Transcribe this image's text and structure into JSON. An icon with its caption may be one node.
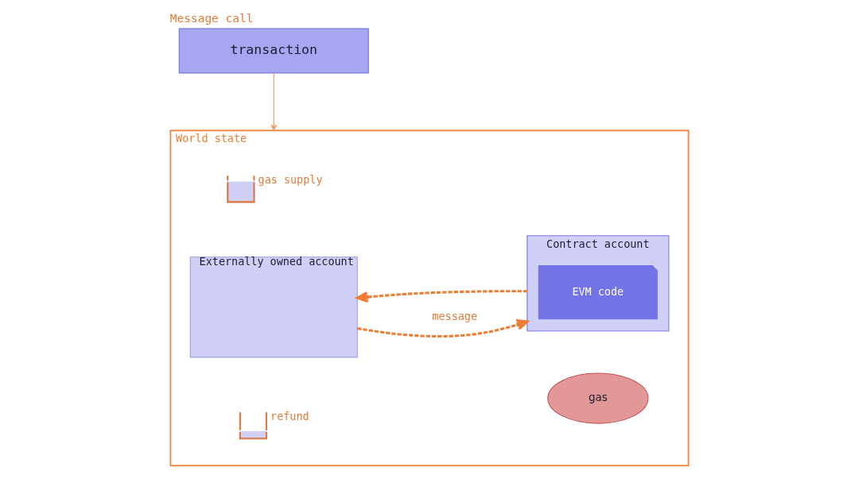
{
  "diagram": {
    "title": "Message call",
    "nodes": [
      {
        "text": [
          "transaction"
        ]
      },
      {
        "text": [
          "World state"
        ]
      },
      {
        "text": [
          "Externally owned account"
        ],
        "in": 1
      },
      {
        "text": [],
        "shape": "cup",
        "beside": [
          "gas supply"
        ],
        "in": 1
      },
      {
        "text": [],
        "shape": "cup",
        "beside": [
          "refund"
        ],
        "in": 1
      },
      {
        "text": [
          "Contract account"
        ],
        "in": 1
      },
      {
        "text": [
          "EVM code"
        ],
        "in": 5
      },
      {
        "text": [
          "gas"
        ],
        "in": 1
      }
    ],
    "edges": [
      {
        "from": 0,
        "to": 1,
        "arrow": "to",
        "color": "#e9a070"
      },
      {
        "from": 2,
        "to": 5,
        "arrow": "to",
        "label": "message",
        "style": "dashed"
      },
      {
        "from": 5,
        "to": 2,
        "arrow": "to",
        "style": "dashed"
      }
    ]
  }
}
